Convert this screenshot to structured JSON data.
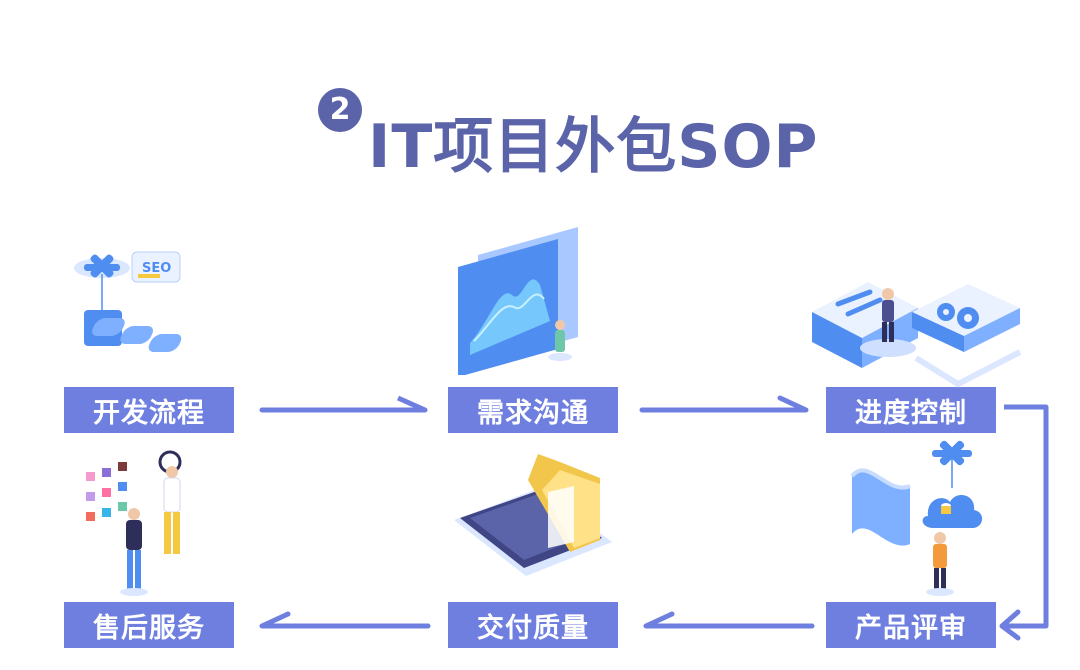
{
  "header": {
    "step_number": "2",
    "title": "IT项目外包SOP"
  },
  "steps": [
    {
      "label": "开发流程"
    },
    {
      "label": "需求沟通"
    },
    {
      "label": "进度控制"
    },
    {
      "label": "售后服务"
    },
    {
      "label": "交付质量"
    },
    {
      "label": "产品评审"
    }
  ],
  "illustrations": [
    {
      "name": "drone-seo-icon"
    },
    {
      "name": "data-wave-screen-icon"
    },
    {
      "name": "tools-gears-icon"
    },
    {
      "name": "sticky-notes-person-icon"
    },
    {
      "name": "phone-folder-icon"
    },
    {
      "name": "drone-cloud-person-icon"
    }
  ],
  "illustration_texts": {
    "seo_badge": "SEO"
  },
  "colors": {
    "title": "#5b63a9",
    "step_box": "#6f7fe0",
    "arrow": "#6f7fe0",
    "illustration_blue": "#4f8ef0"
  }
}
